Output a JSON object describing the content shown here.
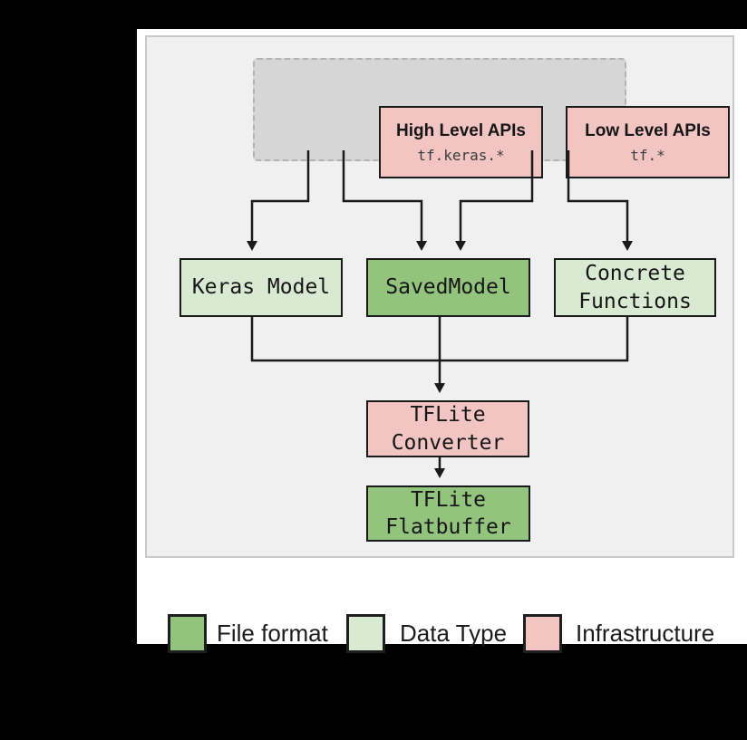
{
  "diagram": {
    "api_group": {
      "high_level": {
        "title": "High Level APIs",
        "subtitle": "tf.keras.*"
      },
      "low_level": {
        "title": "Low Level APIs",
        "subtitle": "tf.*"
      }
    },
    "nodes": {
      "keras_model": {
        "label": "Keras Model",
        "type": "data_type"
      },
      "saved_model": {
        "label": "SavedModel",
        "type": "file_format"
      },
      "concrete_functions": {
        "label": "Concrete\nFunctions",
        "type": "data_type"
      },
      "tflite_converter": {
        "label": "TFLite\nConverter",
        "type": "infrastructure"
      },
      "tflite_flatbuffer": {
        "label": "TFLite\nFlatbuffer",
        "type": "file_format"
      }
    },
    "edges": [
      "high_level_apis -> keras_model",
      "high_level_apis -> saved_model",
      "low_level_apis -> saved_model",
      "low_level_apis -> concrete_functions",
      "keras_model -> tflite_converter",
      "saved_model -> tflite_converter",
      "concrete_functions -> tflite_converter",
      "tflite_converter -> tflite_flatbuffer"
    ]
  },
  "legend": {
    "items": [
      {
        "label": "File format",
        "color": "#93c47d"
      },
      {
        "label": "Data Type",
        "color": "#d9ead3"
      },
      {
        "label": "Infrastructure",
        "color": "#f2c5c3"
      }
    ]
  },
  "colors": {
    "file_format_green": "#93c47d",
    "data_type_light_green": "#d9ead3",
    "infrastructure_pink": "#f2c5c3",
    "panel_gray": "#f0f0f0",
    "api_group_gray": "#d6d6d6",
    "line_black": "#1a1a1a"
  }
}
